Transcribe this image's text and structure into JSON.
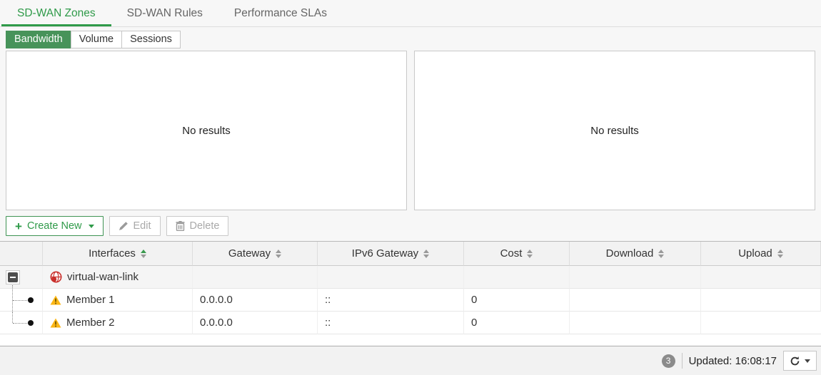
{
  "tabs": [
    {
      "label": "SD-WAN Zones",
      "active": true
    },
    {
      "label": "SD-WAN Rules",
      "active": false
    },
    {
      "label": "Performance SLAs",
      "active": false
    }
  ],
  "subtabs": [
    {
      "label": "Bandwidth",
      "active": true
    },
    {
      "label": "Volume",
      "active": false
    },
    {
      "label": "Sessions",
      "active": false
    }
  ],
  "charts": {
    "left": {
      "empty_text": "No results"
    },
    "right": {
      "empty_text": "No results"
    }
  },
  "toolbar": {
    "create_new_label": "Create New",
    "edit_label": "Edit",
    "delete_label": "Delete"
  },
  "table": {
    "columns": [
      "Interfaces",
      "Gateway",
      "IPv6 Gateway",
      "Cost",
      "Download",
      "Upload"
    ],
    "sorted_column": "Interfaces",
    "rows": [
      {
        "type": "zone",
        "icon": "sdwan-zone-icon",
        "interfaces": "virtual-wan-link",
        "gateway": "",
        "ipv6_gateway": "",
        "cost": "",
        "download": "",
        "upload": ""
      },
      {
        "type": "member",
        "icon": "warning-icon",
        "interfaces": "Member 1",
        "gateway": "0.0.0.0",
        "ipv6_gateway": "::",
        "cost": "0",
        "download": "",
        "upload": ""
      },
      {
        "type": "member",
        "icon": "warning-icon",
        "interfaces": "Member 2",
        "gateway": "0.0.0.0",
        "ipv6_gateway": "::",
        "cost": "0",
        "download": "",
        "upload": ""
      }
    ]
  },
  "footer": {
    "badge_count": "3",
    "updated_label": "Updated: 16:08:17"
  },
  "colors": {
    "accent_green": "#2f9a49",
    "button_green": "#47935a",
    "warning_yellow": "#fcb716",
    "zone_red": "#c9302c"
  }
}
